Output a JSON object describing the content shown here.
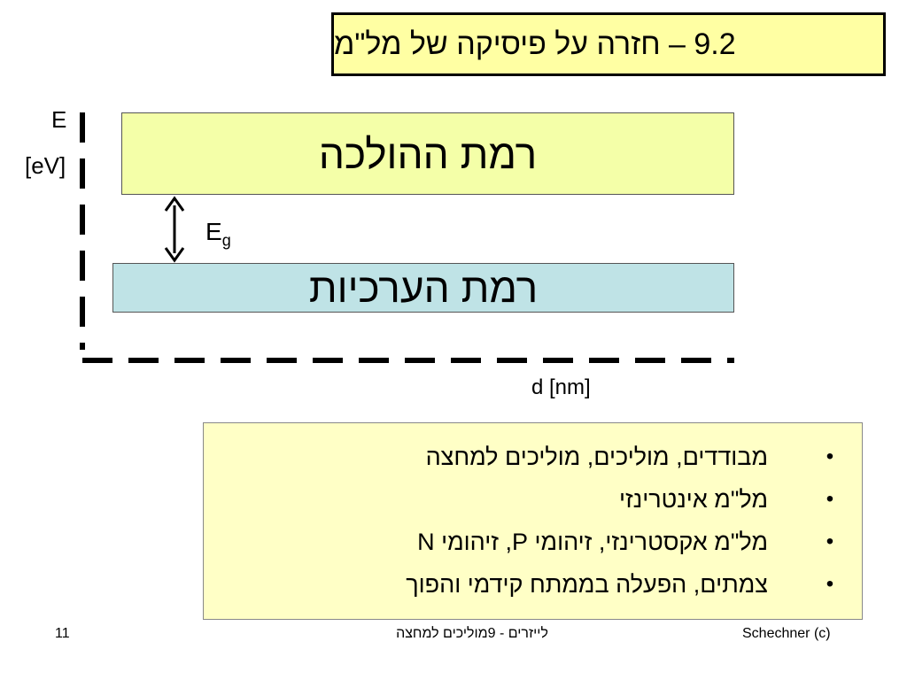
{
  "title": "9.2 – חזרה על פיסיקה של מל\"מ",
  "axis": {
    "y_symbol": "E",
    "y_unit": "[eV]",
    "x_label": "d [nm]"
  },
  "bands": {
    "conduction": "רמת ההולכה",
    "valence": "רמת הערכיות"
  },
  "gap": {
    "symbol": "E",
    "subscript": "g"
  },
  "bullets": [
    {
      "marker": "•",
      "text": "מבודדים, מוליכים, מוליכים למחצה"
    },
    {
      "marker": "•",
      "text": "מל\"מ אינטרינזי"
    },
    {
      "marker": "•",
      "text": "מל\"מ אקסטרינזי, זיהומי P, זיהומי N"
    },
    {
      "marker": "•",
      "text": "צמתים, הפעלה בממתח קידמי והפוך"
    }
  ],
  "footer": {
    "page": "11",
    "center": "לייזרים  - 9מוליכים למחצה",
    "right": "Schechner (c)"
  },
  "colors": {
    "title_bg": "#ffffa3",
    "conduction_bg": "#f4ffa8",
    "valence_bg": "#bfe3e6",
    "bullets_bg": "#ffffc6"
  }
}
